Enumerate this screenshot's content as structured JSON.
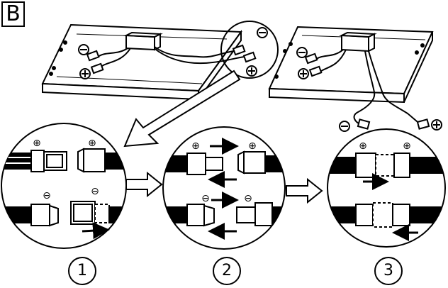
{
  "figure": {
    "panel_label": "B",
    "steps": [
      {
        "number": "1"
      },
      {
        "number": "2"
      },
      {
        "number": "3"
      }
    ],
    "polarity": {
      "plus": "⊕",
      "minus": "⊖"
    }
  }
}
